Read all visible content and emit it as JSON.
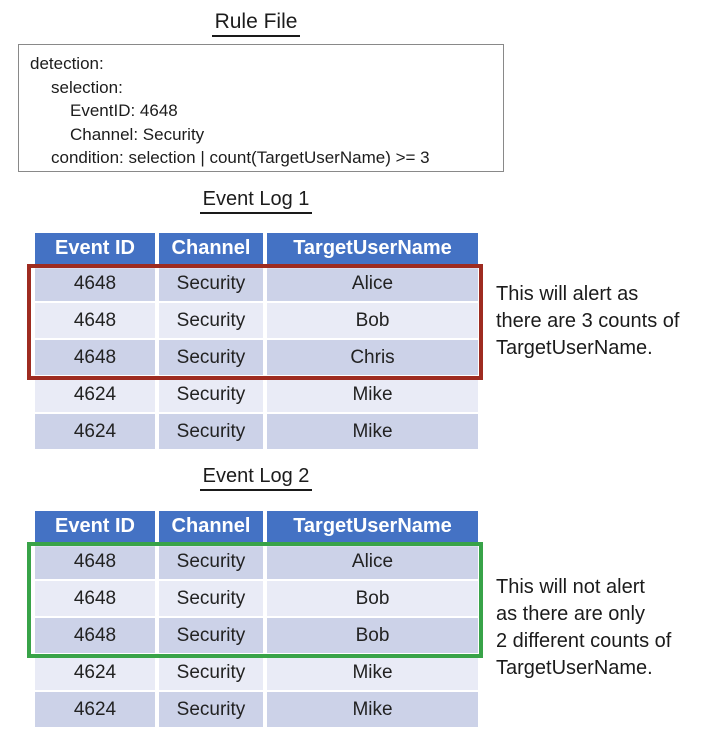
{
  "colors": {
    "header_bg": "#4472c4",
    "band_dark": "#ccd2e8",
    "band_light": "#e9ebf6",
    "alert_highlight": "#9e2b20",
    "no_alert_highlight": "#38a348"
  },
  "rule_file": {
    "title": "Rule File",
    "lines": [
      {
        "indent": 0,
        "text": "detection:"
      },
      {
        "indent": 1,
        "text": "selection:"
      },
      {
        "indent": 2,
        "text": "EventID: 4648"
      },
      {
        "indent": 2,
        "text": "Channel: Security"
      },
      {
        "indent": 1,
        "text": "condition: selection | count(TargetUserName) >= 3"
      }
    ]
  },
  "log1": {
    "title": "Event Log 1",
    "columns": [
      "Event ID",
      "Channel",
      "TargetUserName"
    ],
    "rows": [
      [
        "4648",
        "Security",
        "Alice"
      ],
      [
        "4648",
        "Security",
        "Bob"
      ],
      [
        "4648",
        "Security",
        "Chris"
      ],
      [
        "4624",
        "Security",
        "Mike"
      ],
      [
        "4624",
        "Security",
        "Mike"
      ]
    ],
    "highlighted_rows": "rows 1-3 outlined in red",
    "annotation_lines": [
      "This will alert as",
      "there are 3 counts of",
      "TargetUserName."
    ]
  },
  "log2": {
    "title": "Event Log 2",
    "columns": [
      "Event ID",
      "Channel",
      "TargetUserName"
    ],
    "rows": [
      [
        "4648",
        "Security",
        "Alice"
      ],
      [
        "4648",
        "Security",
        "Bob"
      ],
      [
        "4648",
        "Security",
        "Bob"
      ],
      [
        "4624",
        "Security",
        "Mike"
      ],
      [
        "4624",
        "Security",
        "Mike"
      ]
    ],
    "highlighted_rows": "rows 1-3 outlined in green",
    "annotation_lines": [
      "This will not alert",
      "as there are only",
      "2 different counts of",
      "TargetUserName."
    ]
  }
}
